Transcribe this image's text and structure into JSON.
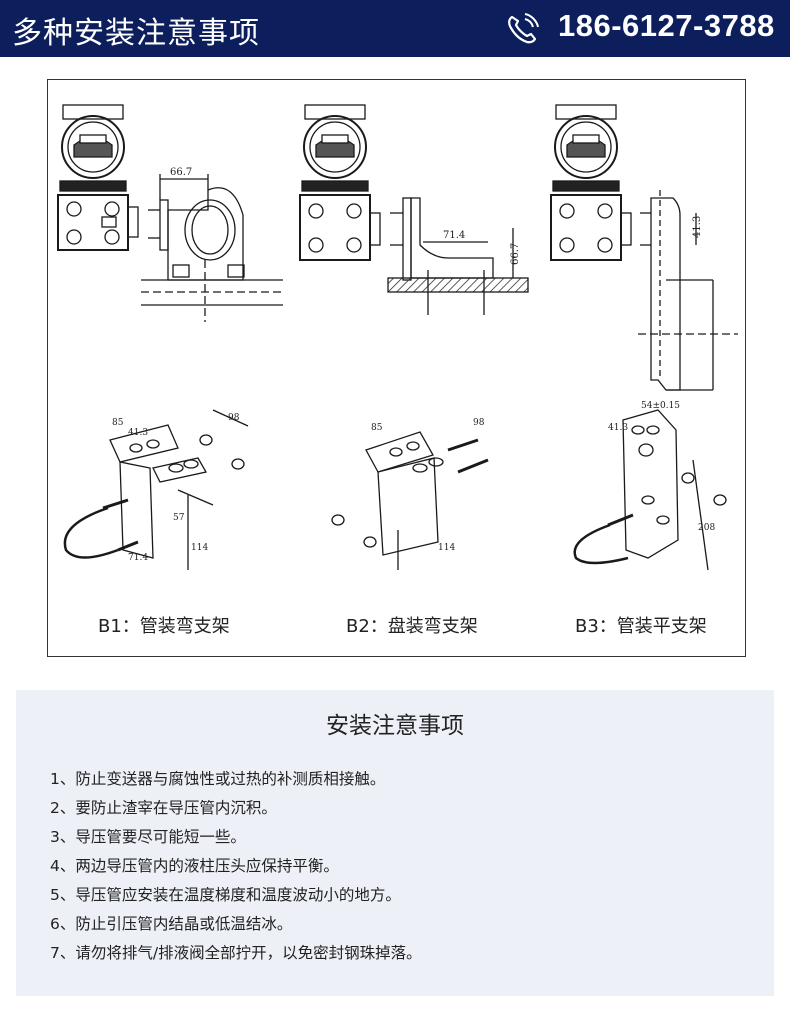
{
  "header": {
    "title": "多种安装注意事项",
    "phone": "186-6127-3788",
    "background": "#0c1f5c"
  },
  "diagram": {
    "dims_b1_top": "66.7",
    "dims_b2_top_h": "71.4",
    "dims_b2_top_v": "66.7",
    "dims_b3_top": "41.3",
    "b1_dims": [
      "85",
      "41.3",
      "98",
      "57",
      "114",
      "71.4"
    ],
    "b2_dims": [
      "85",
      "98",
      "114"
    ],
    "b3_dims": [
      "41.3",
      "54±0.15",
      "208"
    ],
    "captions": [
      "B1：管装弯支架",
      "B2：盘装弯支架",
      "B3：管装平支架"
    ]
  },
  "notes": {
    "title": "安装注意事项",
    "items": [
      "1、防止变送器与腐蚀性或过热的补测质相接触。",
      "2、要防止渣宰在导压管内沉积。",
      "3、导压管要尽可能短一些。",
      "4、两边导压管内的液柱压头应保持平衡。",
      "5、导压管应安装在温度梯度和温度波动小的地方。",
      "6、防止引压管内结晶或低温结冰。",
      "7、请勿将排气/排液阀全部拧开，以免密封钢珠掉落。"
    ]
  }
}
